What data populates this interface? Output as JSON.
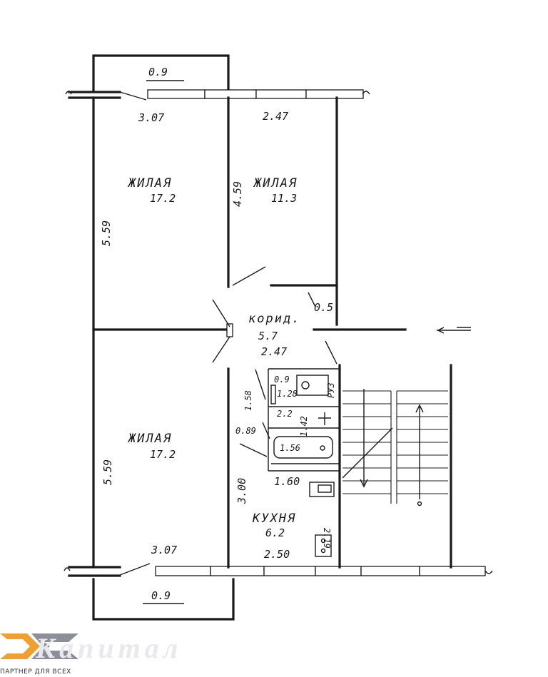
{
  "rooms": {
    "living_top_left": {
      "name": "ЖИЛАЯ",
      "area": "17.2"
    },
    "living_top_right": {
      "name": "ЖИЛАЯ",
      "area": "11.3"
    },
    "living_bottom": {
      "name": "ЖИЛАЯ",
      "area": "17.2"
    },
    "corridor": {
      "name": "корид.",
      "area": "5.7"
    },
    "kitchen": {
      "name": "КУХНЯ",
      "area": "6.2"
    },
    "wc": {
      "area": "0.9"
    },
    "bath": {
      "area": "1.56"
    },
    "closet_a": {
      "area": "2.2"
    },
    "closet_b": {
      "area": "1.28"
    }
  },
  "dimensions": {
    "balcony_top": "0.9",
    "balcony_bottom": "0.9",
    "top_left_width": "3.07",
    "top_right_width": "2.47",
    "left_depth_top": "5.59",
    "left_depth_bottom": "5.59",
    "mid_depth": "4.59",
    "corridor_gap": "0.5",
    "corridor_width": "2.47",
    "wc_side": "1.58",
    "wc_width": "0.89",
    "bath_side": "1.42",
    "hall_w": "1.60",
    "bottom_left_width": "3.07",
    "kitchen_depth": "3.00",
    "kitchen_side": "2.19",
    "kitchen_width": "2.50",
    "wc_small": "РУЗ"
  },
  "logo": {
    "text": "Капитал",
    "tagline": "ПАРТНЕР ДЛЯ ВСЕХ",
    "accent": "#f0a030",
    "gray": "#8c8f98"
  }
}
